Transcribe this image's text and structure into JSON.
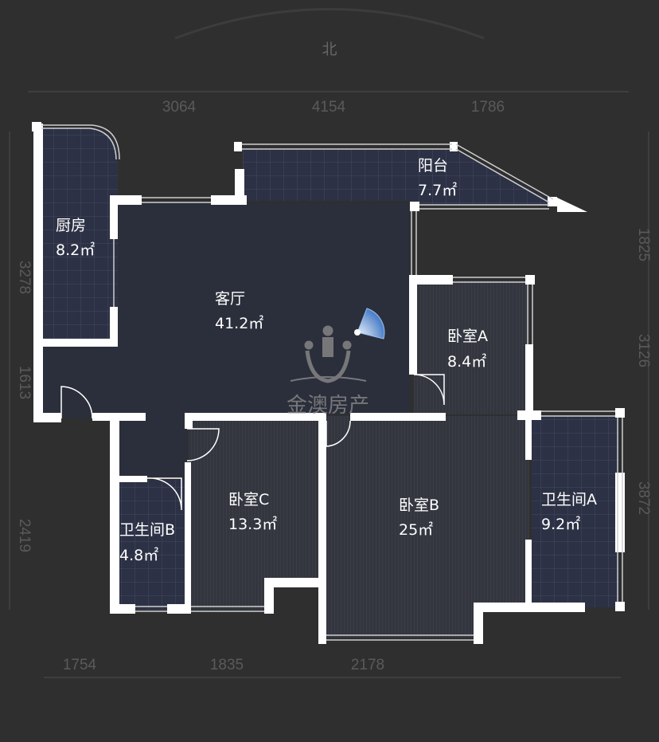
{
  "compass": {
    "north_label": "北"
  },
  "dimensions": {
    "top": [
      "3064",
      "4154",
      "1786"
    ],
    "bottom": [
      "1754",
      "1835",
      "2178"
    ],
    "left": [
      "3278",
      "1613",
      "2419"
    ],
    "right": [
      "1825",
      "3126",
      "3872"
    ]
  },
  "rooms": [
    {
      "name": "厨房",
      "area": "8.2㎡"
    },
    {
      "name": "阳台",
      "area": "7.7㎡"
    },
    {
      "name": "客厅",
      "area": "41.2㎡"
    },
    {
      "name": "卧室A",
      "area": "8.4㎡"
    },
    {
      "name": "卫生间A",
      "area": "9.2㎡"
    },
    {
      "name": "卧室B",
      "area": "25㎡"
    },
    {
      "name": "卧室C",
      "area": "13.3㎡"
    },
    {
      "name": "卫生间B",
      "area": "4.8㎡"
    }
  ],
  "watermark": {
    "text": "金澳房产"
  },
  "colors": {
    "background": "#2f2f2f",
    "room": "#2b2f3b",
    "wall": "#ffffff",
    "view_cone": "#5b8fd6"
  }
}
